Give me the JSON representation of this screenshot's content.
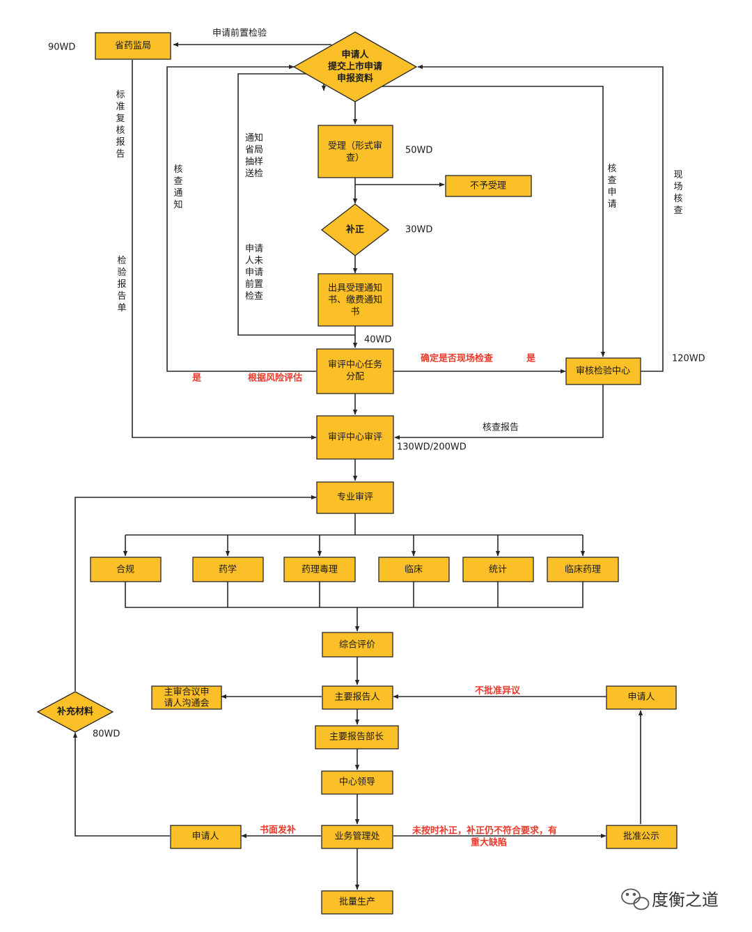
{
  "nodes": {
    "provincial_bureau": "省药监局",
    "applicant_submit": [
      "申请人",
      "提交上市申请",
      "申报资料"
    ],
    "acceptance": [
      "受理（形式审",
      "查）"
    ],
    "not_accepted": "不予受理",
    "correction": "补正",
    "issue_notice": [
      "出具受理通知",
      "书、缴费通知",
      "书"
    ],
    "task_assignment": [
      "审评中心任务",
      "分配"
    ],
    "inspection_center": "审核检验中心",
    "review_center": "审评中心审评",
    "professional_review": "专业审评",
    "compliance": "合规",
    "pharmacy": "药学",
    "pharm_tox": "药理毒理",
    "clinical": "临床",
    "statistics": "统计",
    "clinical_pharm": "临床药理",
    "overall_eval": "综合评价",
    "main_reporter": "主要报告人",
    "meeting": [
      "主审合议申",
      "请人沟通会"
    ],
    "applicant_right": "申请人",
    "main_reporter_head": "主要报告部长",
    "center_leader": "中心领导",
    "business_office": "业务管理处",
    "applicant_bottom": "申请人",
    "approval_publicity": "批准公示",
    "batch_production": "批量生产",
    "supplement": "补充材料"
  },
  "labels": {
    "pre_inspection": "申请前置检验",
    "wd_90": "90WD",
    "std_review_report": "标准复核报告",
    "inspect_report": "检验报告单",
    "verify_notice": "核查通知",
    "notify_sampling": "通知省局抽样送检",
    "not_applied": "申请人未申请前置检查",
    "wd_50": "50WD",
    "wd_30": "30WD",
    "wd_40": "40WD",
    "verify_apply": "核查申请",
    "onsite_verify": "现场核查",
    "wd_120": "120WD",
    "verify_report": "核查报告",
    "wd_130_200": "130WD/200WD",
    "wd_80": "80WD"
  },
  "red_labels": {
    "yes_left": "是",
    "risk_eval": "根据风险评估",
    "decide_onsite": "确定是否现场检查",
    "yes_right": "是",
    "no_approval_objection": "不批准异议",
    "written_supplement": "书面发补",
    "not_corrected": [
      "未按时补正，补正仍不符合要求，有",
      "重大缺陷"
    ]
  },
  "watermark": "度衡之道",
  "colors": {
    "box_fill": "#FBBF27",
    "line": "#262626",
    "red_text": "#E8392B"
  }
}
